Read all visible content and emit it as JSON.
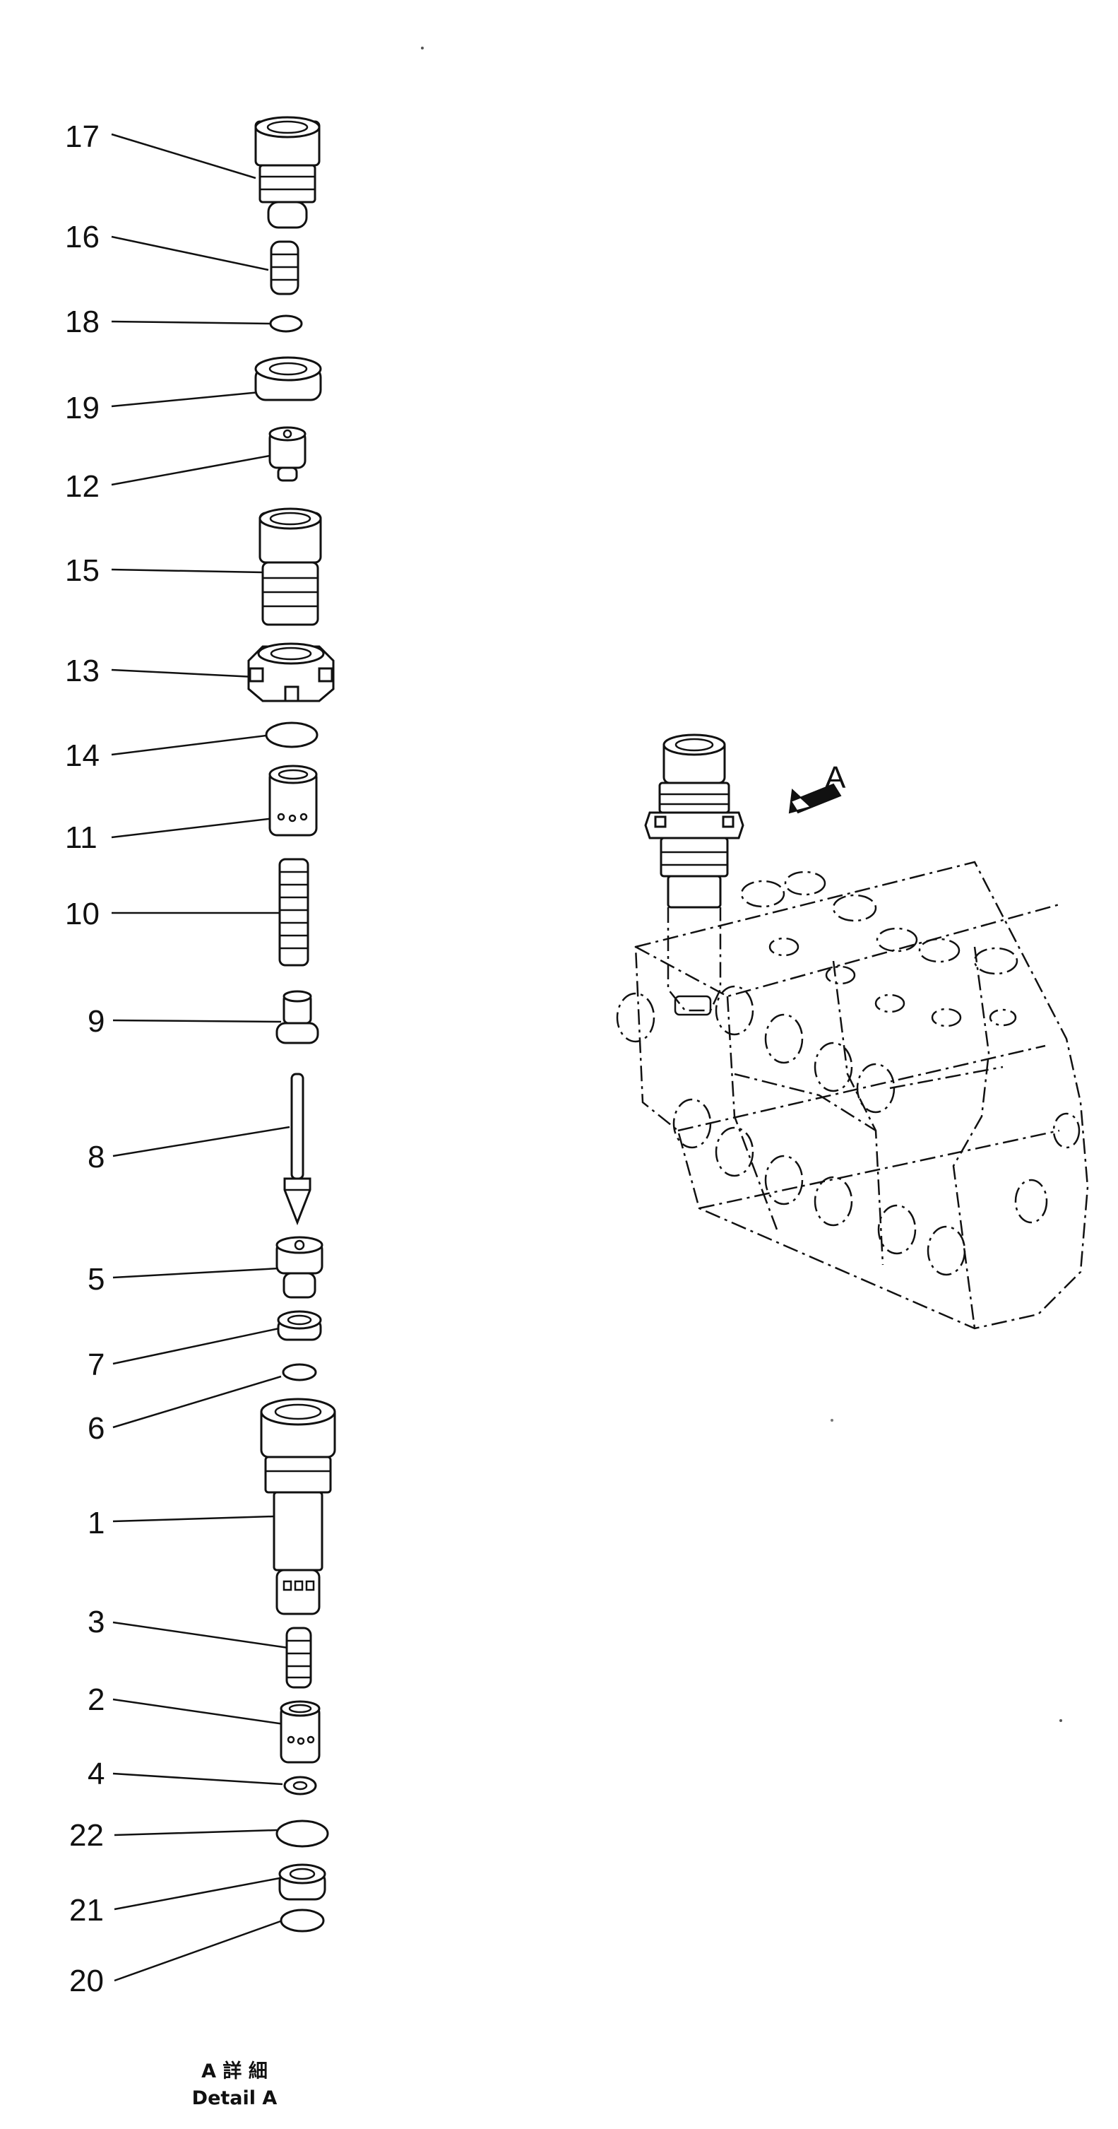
{
  "diagram": {
    "callouts": [
      "17",
      "16",
      "18",
      "19",
      "12",
      "15",
      "13",
      "14",
      "11",
      "10",
      "9",
      "8",
      "5",
      "7",
      "6",
      "1",
      "3",
      "2",
      "4",
      "22",
      "21",
      "20"
    ],
    "view_letter": "A",
    "caption_japanese": "A 詳 細",
    "caption_english": "Detail A"
  }
}
